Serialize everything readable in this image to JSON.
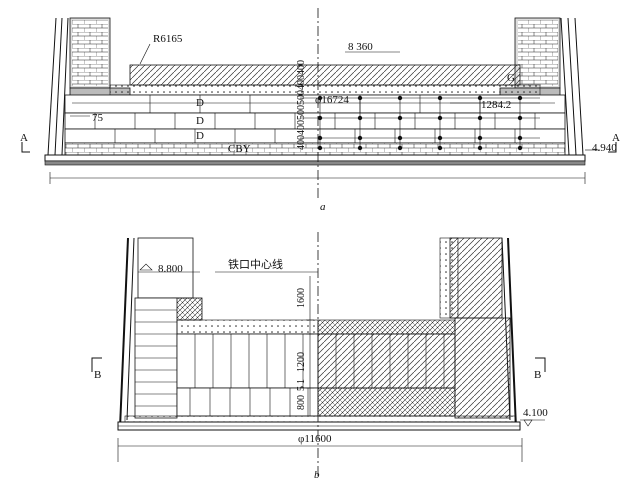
{
  "diagram_a": {
    "caption": "a",
    "labels": {
      "radius": "R6165",
      "elevation_top": "8 360",
      "diameter": "φ16724",
      "dim_right": "1284.2",
      "dim_left": "75",
      "layer_d1": "D",
      "layer_d2": "D",
      "layer_d3": "D",
      "bottom_layer": "CBY",
      "stack_dims": "400400500500400400",
      "mark_g": "G",
      "section_left": "A",
      "section_right": "A",
      "elevation_right": "4.940"
    }
  },
  "diagram_b": {
    "caption": "b",
    "labels": {
      "elevation_left": "8.800",
      "taphole_centerline": "铁口中心线",
      "dim_1600": "1600",
      "dim_1200": "1200",
      "dim_1": "1",
      "dim_5": "5",
      "dim_800": "800",
      "section_left": "B",
      "section_right": "B",
      "elevation_right": "4.100",
      "diameter": "φ11600"
    }
  }
}
